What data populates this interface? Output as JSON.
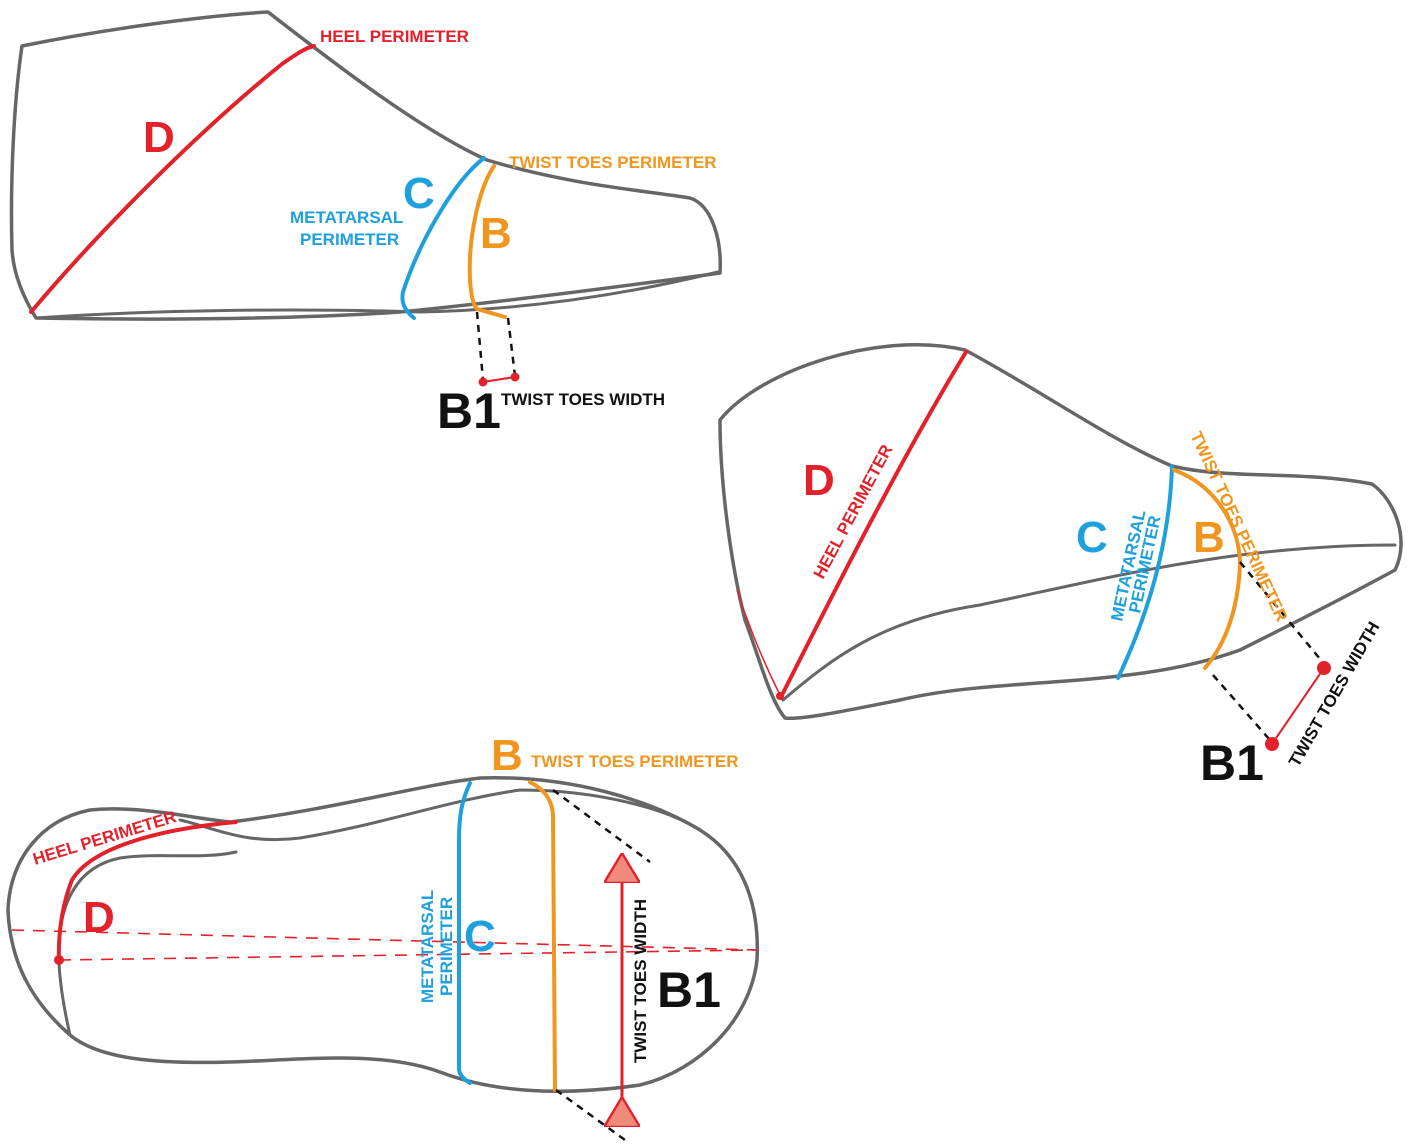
{
  "colors": {
    "outline": "#666666",
    "heel": "#e3212a",
    "metatarsal": "#1ea0dc",
    "twist": "#f0961e",
    "width": "#111111"
  },
  "top_view": {
    "heel_label": "HEEL PERIMETER",
    "heel_letter": "D",
    "meta_letter": "C",
    "meta_label_line1": "METATARSAL",
    "meta_label_line2": "PERIMETER",
    "twist_label": "TWIST TOES PERIMETER",
    "twist_letter": "B",
    "width_letter": "B1",
    "width_label": "TWIST TOES WIDTH"
  },
  "angled_view": {
    "heel_letter": "D",
    "heel_label": "HEEL PERIMETER",
    "meta_letter": "C",
    "meta_label_line1": "METATARSAL",
    "meta_label_line2": "PERIMETER",
    "twist_letter": "B",
    "twist_label": "TWIST TOES PERIMETER",
    "width_letter": "B1",
    "width_label": "TWIST TOES WIDTH"
  },
  "bottom_view": {
    "heel_label": "HEEL PERIMETER",
    "heel_letter": "D",
    "meta_label_line1": "METATARSAL",
    "meta_label_line2": "PERIMETER",
    "meta_letter": "C",
    "twist_letter": "B",
    "twist_label": "TWIST TOES PERIMETER",
    "width_label": "TWIST TOES WIDTH",
    "width_letter": "B1"
  }
}
